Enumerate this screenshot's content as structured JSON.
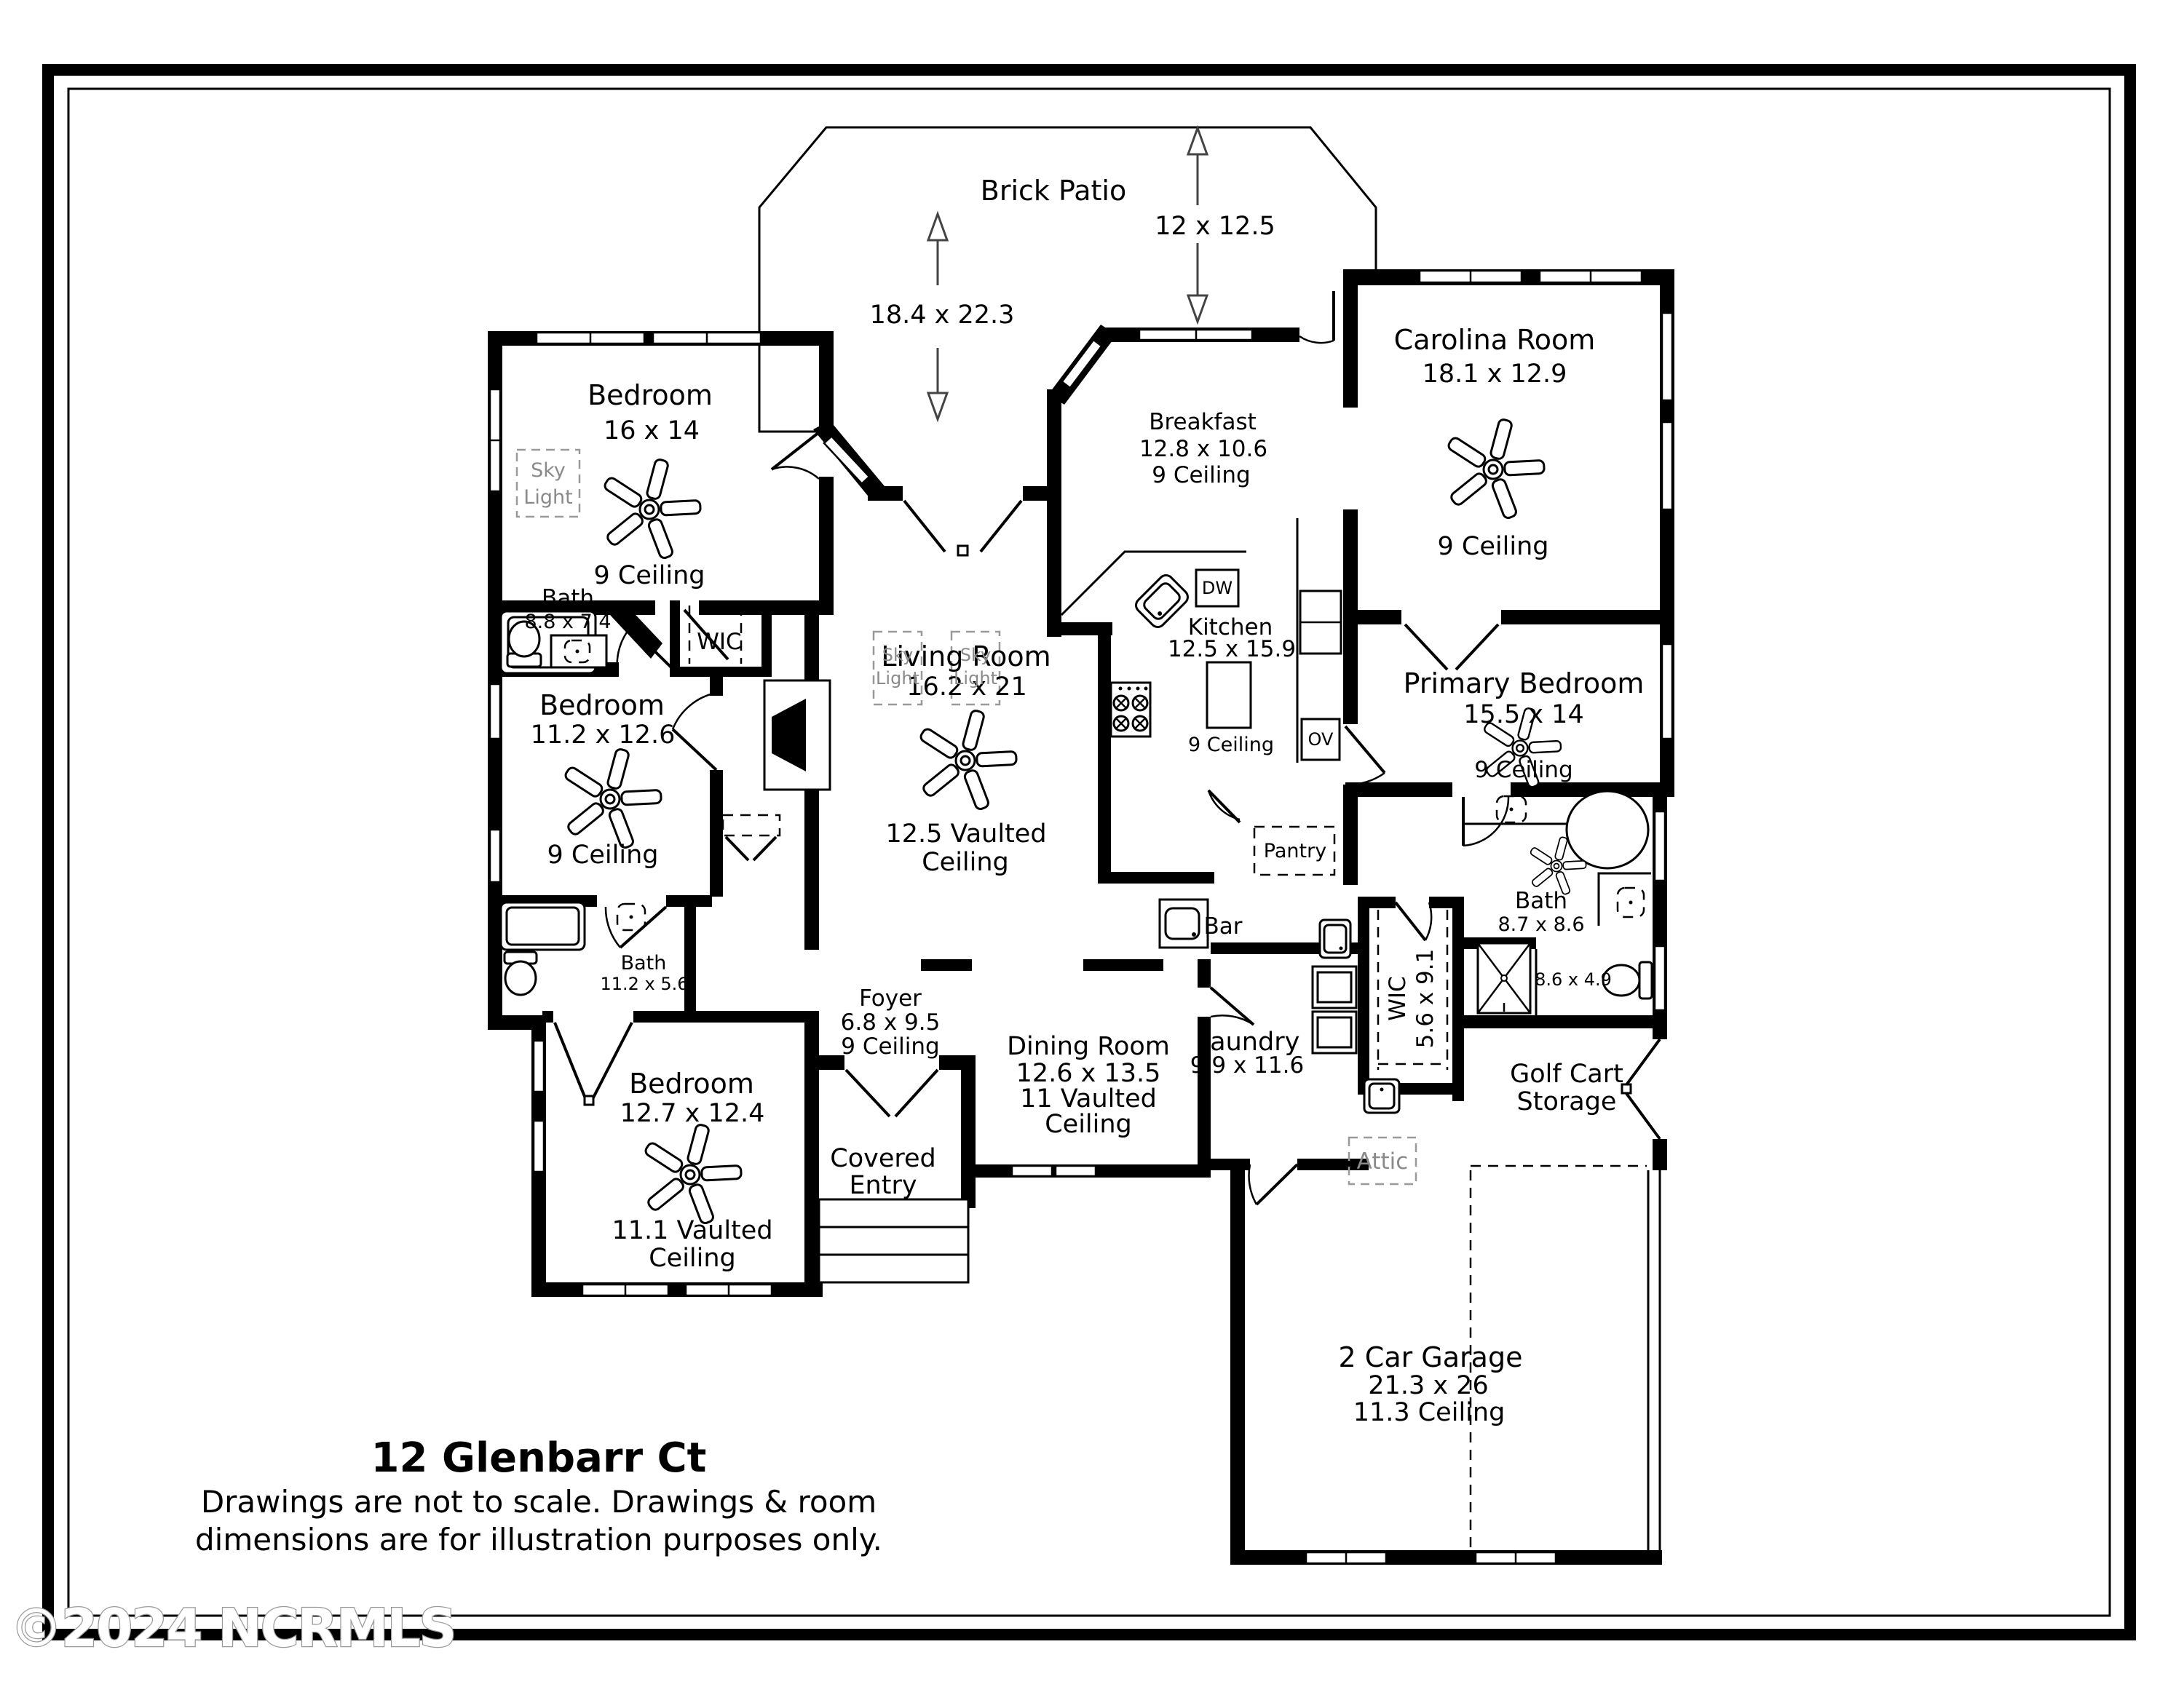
{
  "address": {
    "title": "12 Glenbarr Ct",
    "disclaimer1": "Drawings are not to scale. Drawings & room",
    "disclaimer2": "dimensions are for illustration purposes only."
  },
  "watermark": "©2024 NCRMLS",
  "patio": {
    "name": "Brick Patio",
    "dim_a": "12 x 12.5",
    "dim_b": "18.4 x 22.3"
  },
  "rooms": {
    "carolina": {
      "name": "Carolina Room",
      "dims": "18.1 x 12.9",
      "ceiling": "9 Ceiling"
    },
    "bedroom1": {
      "name": "Bedroom",
      "dims": "16 x 14",
      "ceiling": "9 Ceiling"
    },
    "breakfast": {
      "name": "Breakfast",
      "dims": "12.8 x 10.6",
      "ceiling": "9 Ceiling"
    },
    "bath1": {
      "name": "Bath",
      "dims": "8.8 x 7.4"
    },
    "wic1": {
      "name": "WIC"
    },
    "living": {
      "name": "Living Room",
      "dims": "16.2 x 21",
      "ceiling1": "12.5 Vaulted",
      "ceiling2": "Ceiling"
    },
    "kitchen": {
      "name": "Kitchen",
      "dims": "12.5 x 15.9",
      "ceiling": "9 Ceiling"
    },
    "primary": {
      "name": "Primary Bedroom",
      "dims": "15.5 x 14",
      "ceiling": "9 Ceiling"
    },
    "primary_bath": {
      "name": "Bath",
      "dims": "8.7 x 8.6",
      "wc_dims": "8.6 x 4.9"
    },
    "bedroom2": {
      "name": "Bedroom",
      "dims": "11.2 x 12.6",
      "ceiling": "9 Ceiling"
    },
    "bath3": {
      "name": "Bath",
      "dims": "11.2 x 5.6"
    },
    "foyer": {
      "name": "Foyer",
      "dims": "6.8 x 9.5",
      "ceiling": "9 Ceiling"
    },
    "dining": {
      "name": "Dining Room",
      "dims": "12.6 x 13.5",
      "ceiling1": "11 Vaulted",
      "ceiling2": "Ceiling"
    },
    "bedroom3": {
      "name": "Bedroom",
      "dims": "12.7 x 12.4",
      "ceiling1": "11.1 Vaulted",
      "ceiling2": "Ceiling"
    },
    "covered_entry": {
      "line1": "Covered",
      "line2": "Entry"
    },
    "laundry": {
      "name": "Laundry",
      "dims": "9.9 x 11.6"
    },
    "wic2": {
      "name": "WIC",
      "dims": "5.6 x 9.1"
    },
    "golf_cart": {
      "line1": "Golf Cart",
      "line2": "Storage"
    },
    "garage": {
      "name": "2 Car Garage",
      "dims": "21.3 x 26",
      "ceiling": "11.3 Ceiling"
    },
    "attic": {
      "name": "Attic"
    },
    "pantry": {
      "name": "Pantry"
    },
    "bar": {
      "name": "Bar"
    }
  },
  "appliances": {
    "dishwasher": "DW",
    "oven": "OV"
  },
  "skylight": {
    "line1": "Sky",
    "line2": "Light"
  },
  "colors": {
    "walls": "#000000",
    "muted": "#8a8a8a",
    "background": "#ffffff"
  }
}
